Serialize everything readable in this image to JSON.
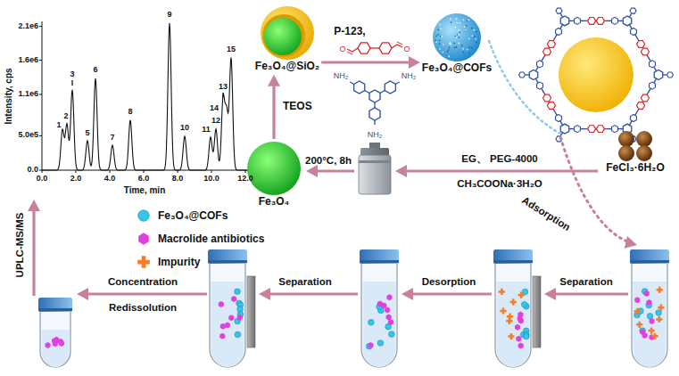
{
  "diagram": {
    "nodes": [
      {
        "text": [
          "Fe₃O₄@SiO₂"
        ]
      },
      {
        "text": [
          "Fe₃O₄@COFs"
        ]
      },
      {
        "text": [
          "Fe₃O₄"
        ]
      },
      {
        "text": [
          "FeCl₃·6H₂O"
        ]
      }
    ],
    "edges": [
      {
        "from": 2,
        "to": 0,
        "label": "TEOS",
        "arrow": "to"
      },
      {
        "from": 0,
        "to": 1,
        "label": "P-123,",
        "arrow": "to"
      }
    ],
    "labels": [
      "2.1e6",
      "1.6e6",
      "1.1e6",
      "5.0e5",
      "0.0",
      "0.0",
      "2.0",
      "4.0",
      "6.0",
      "8.0",
      "10.0",
      "12.0",
      "Intensity, cps",
      "Time, min",
      "1",
      "2",
      "3",
      "5",
      "6",
      "7",
      "8",
      "9",
      "10",
      "11",
      "12",
      "13",
      "14",
      "15",
      "O",
      "O",
      "NH₂",
      "NH₂",
      "NH₂",
      "200°C, 8h",
      "EG、 PEG-4000",
      "CH₃COONa·3H₂O",
      "Adsorption",
      "Separation",
      "Desorption",
      "Separation",
      "Concentration",
      "Redissolution",
      "UPLC-MS/MS"
    ],
    "legend": [
      {
        "text": "Fe₃O₄@COFs"
      },
      {
        "text": "Macrolide antibiotics"
      },
      {
        "text": "Impurity"
      }
    ]
  }
}
